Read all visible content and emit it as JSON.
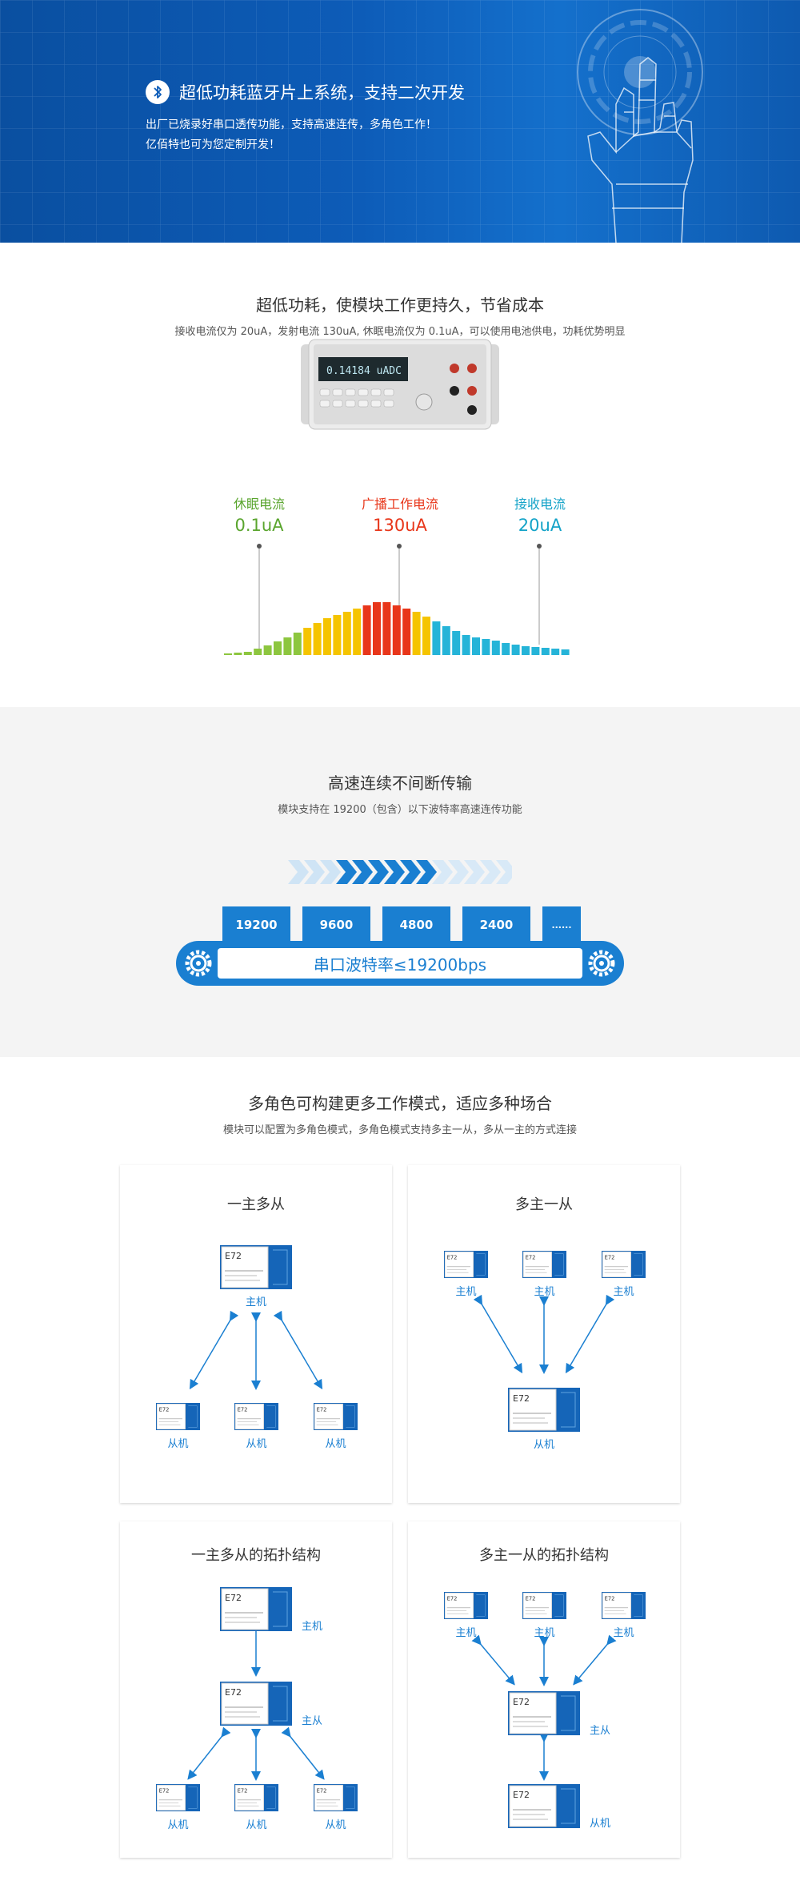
{
  "hero": {
    "title": "超低功耗蓝牙片上系统，支持二次开发",
    "line1": "出厂已烧录好串口透传功能，支持高速连传，多角色工作！",
    "line2": "亿佰特也可为您定制开发！",
    "icon": "bluetooth-icon"
  },
  "power": {
    "title": "超低功耗，使模块工作更持久，节省成本",
    "subtitle": "接收电流仅为 20uA，发射电流 130uA, 休眠电流仅为 0.1uA，可以使用电池供电，功耗优势明显",
    "meter_display": "0.14184 uADC",
    "labels": [
      {
        "name": "休眠电流",
        "value": "0.1uA",
        "color": "#5aa52e"
      },
      {
        "name": "广播工作电流",
        "value": "130uA",
        "color": "#e8361a"
      },
      {
        "name": "接收电流",
        "value": "20uA",
        "color": "#14a3c8"
      }
    ],
    "colors": {
      "green": "#8dc63f",
      "yellow": "#f5c400",
      "red": "#e8361a",
      "blue": "#25b4d8"
    }
  },
  "speed": {
    "title": "高速连续不间断传输",
    "subtitle": "模块支持在 19200（包含）以下波特率高速连传功能",
    "rates": [
      "19200",
      "9600",
      "4800",
      "2400",
      "......"
    ],
    "belt_text": "串口波特率≤19200bps"
  },
  "roles": {
    "title": "多角色可构建更多工作模式，适应多种场合",
    "subtitle": "模块可以配置为多角色模式，多角色模式支持多主一从，多从一主的方式连接",
    "module_model": "E72",
    "cards": [
      {
        "title": "一主多从",
        "master": "主机",
        "slave": "从机"
      },
      {
        "title": "多主一从",
        "master": "主机",
        "slave": "从机"
      },
      {
        "title": "一主多从的拓扑结构",
        "master": "主机",
        "middle": "主从",
        "slave": "从机"
      },
      {
        "title": "多主一从的拓扑结构",
        "master": "主机",
        "middle": "主从",
        "slave": "从机"
      }
    ]
  }
}
